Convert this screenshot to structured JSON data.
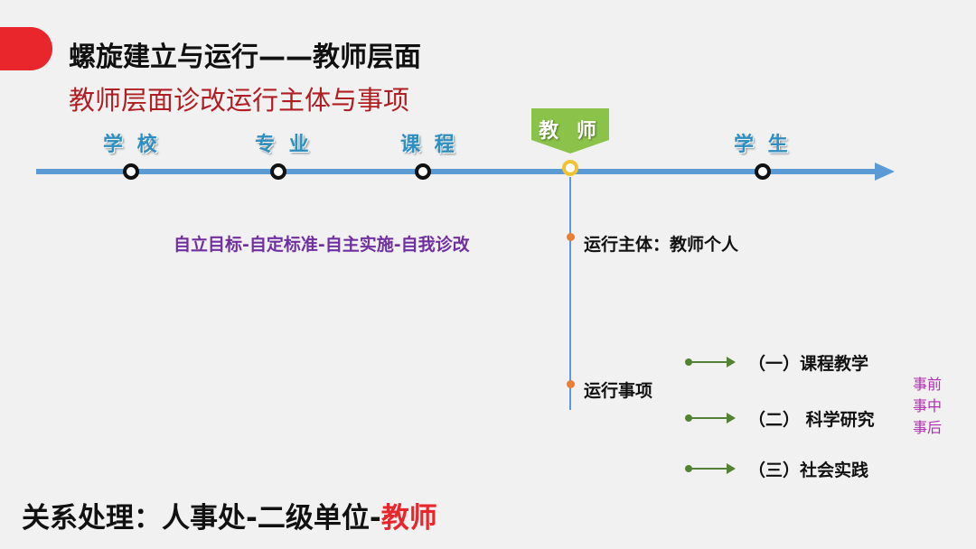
{
  "header": {
    "title": "螺旋建立与运行——教师层面",
    "subtitle": "教师层面诊改运行主体与事项"
  },
  "timeline": {
    "stages": [
      {
        "label": "学 校"
      },
      {
        "label": "专 业"
      },
      {
        "label": "课 程"
      },
      {
        "label": "教 师"
      },
      {
        "label": "学 生"
      }
    ]
  },
  "cycle_text": "自立目标-自定标准-自主实施-自我诊改",
  "branch": {
    "subject_label": "运行主体：教师个人",
    "matters_label": "运行事项",
    "matters": [
      {
        "label": "（一）课程教学"
      },
      {
        "label": "（二） 科学研究"
      },
      {
        "label": "（三）社会实践"
      }
    ],
    "phases": [
      "事前",
      "事中",
      "事后"
    ]
  },
  "footer": {
    "prefix": "关系处理：人事处-二级单位-",
    "highlight": "教师"
  },
  "colors": {
    "accent_red": "#e8262b",
    "title_red": "#b01e23",
    "timeline_blue": "#5b9bd5",
    "active_green": "#8bc34a",
    "purple": "#7030a0",
    "phase_magenta": "#b030b0"
  }
}
